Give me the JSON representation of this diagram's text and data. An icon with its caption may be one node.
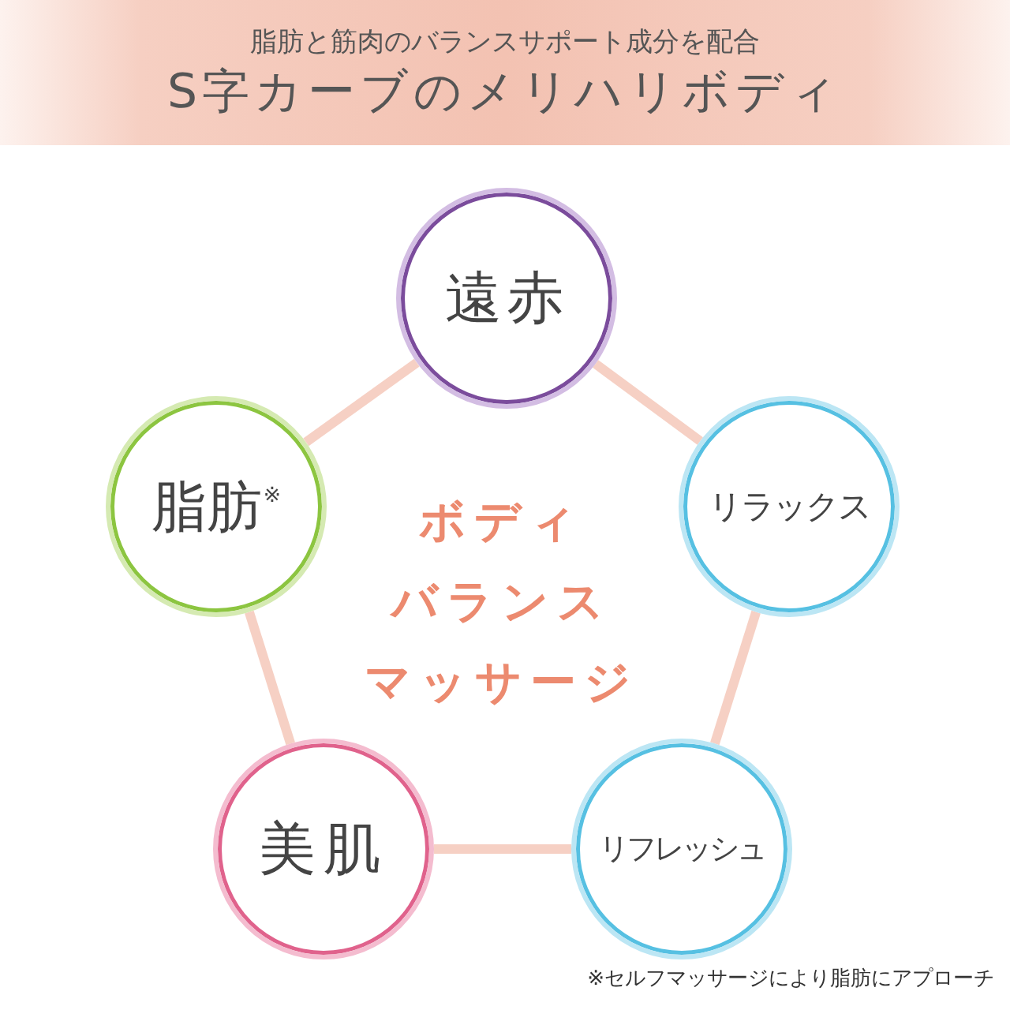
{
  "diagram": {
    "title": "S字カーブのメリハリボディ",
    "nodes": [
      {
        "text": [
          "遠赤"
        ]
      },
      {
        "text": [
          "脂肪$^{※}$"
        ]
      },
      {
        "text": [
          "リラックス"
        ]
      },
      {
        "text": [
          "美肌"
        ]
      },
      {
        "text": [
          "リフレッシュ"
        ]
      }
    ],
    "edges": [
      {
        "from": 0,
        "to": 1,
        "arrow": "none"
      },
      {
        "from": 0,
        "to": 2,
        "arrow": "none"
      },
      {
        "from": 1,
        "to": 3,
        "arrow": "none"
      },
      {
        "from": 2,
        "to": 4,
        "arrow": "none"
      },
      {
        "from": 3,
        "to": 4,
        "arrow": "none"
      }
    ],
    "labels": [
      "脂肪と筋肉のバランスサポート成分を配合",
      "ボディバランスマッサージ",
      "※セルフマッサージにより脂肪にアプローチ"
    ]
  }
}
